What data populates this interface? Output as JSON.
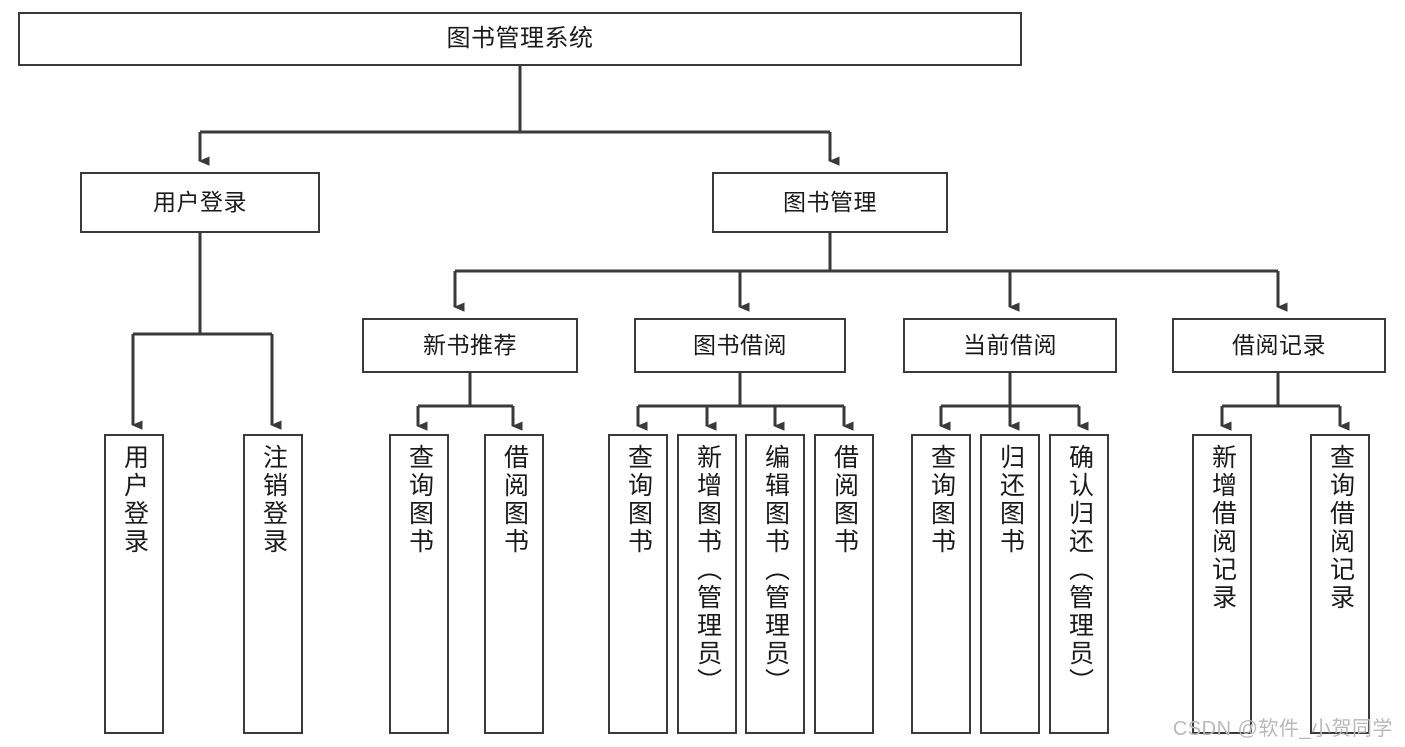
{
  "diagram": {
    "type": "tree",
    "title": "图书管理系统",
    "orientation": "top-down",
    "levels": 4,
    "root": {
      "id": "root",
      "label": "图书管理系统"
    },
    "level2": [
      {
        "id": "user-login",
        "label": "用户登录"
      },
      {
        "id": "book-management",
        "label": "图书管理"
      }
    ],
    "level3": [
      {
        "id": "new-book-recommend",
        "label": "新书推荐",
        "parent": "book-management"
      },
      {
        "id": "book-borrow",
        "label": "图书借阅",
        "parent": "book-management"
      },
      {
        "id": "current-borrow",
        "label": "当前借阅",
        "parent": "book-management"
      },
      {
        "id": "borrow-record",
        "label": "借阅记录",
        "parent": "book-management"
      }
    ],
    "leaves": {
      "user_login": [
        {
          "id": "leaf-user-login",
          "label": "用户登录"
        },
        {
          "id": "leaf-user-logout",
          "label": "注销登录"
        }
      ],
      "new_book_recommend": [
        {
          "id": "leaf-query-book-1",
          "label": "查询图书"
        },
        {
          "id": "leaf-borrow-book-1",
          "label": "借阅图书"
        }
      ],
      "book_borrow": [
        {
          "id": "leaf-query-book-2",
          "label": "查询图书"
        },
        {
          "id": "leaf-add-book",
          "label": "新增图书（管理员）"
        },
        {
          "id": "leaf-edit-book",
          "label": "编辑图书（管理员）"
        },
        {
          "id": "leaf-borrow-book-2",
          "label": "借阅图书"
        }
      ],
      "current_borrow": [
        {
          "id": "leaf-query-book-3",
          "label": "查询图书"
        },
        {
          "id": "leaf-return-book",
          "label": "归还图书"
        },
        {
          "id": "leaf-confirm-return",
          "label": "确认归还（管理员）"
        }
      ],
      "borrow_record": [
        {
          "id": "leaf-add-record",
          "label": "新增借阅记录"
        },
        {
          "id": "leaf-query-record",
          "label": "查询借阅记录"
        }
      ]
    },
    "colors": {
      "box_border": "#3a3a3a",
      "box_fill": "#ffffff",
      "text": "#1a1a1a",
      "connector": "#3a3a3a",
      "watermark": "#b9b9b9",
      "background": "#ffffff"
    }
  },
  "watermark": {
    "text": "CSDN @软件_小贺同学"
  }
}
